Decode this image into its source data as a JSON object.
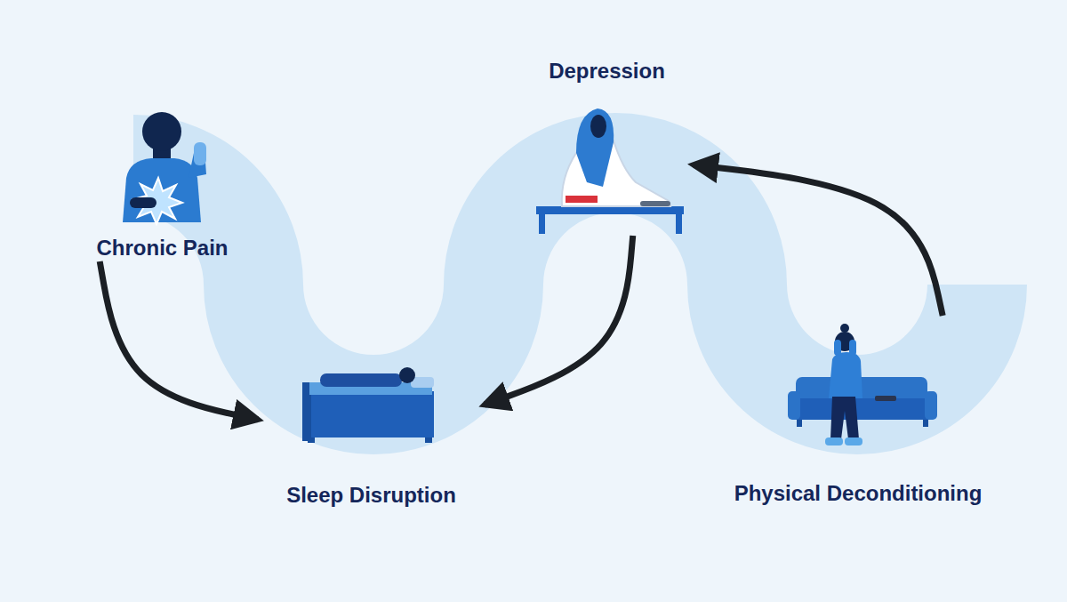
{
  "diagram": {
    "nodes": [
      {
        "text": [
          "Chronic Pain"
        ]
      },
      {
        "text": [
          "Sleep Disruption"
        ]
      },
      {
        "text": [
          "Depression"
        ]
      },
      {
        "text": [
          "Physical Deconditioning"
        ]
      }
    ],
    "edges": [
      {
        "from": 0,
        "to": 1,
        "arrow": "to"
      },
      {
        "from": 2,
        "to": 1,
        "arrow": "to"
      },
      {
        "from": 3,
        "to": 2,
        "arrow": "to"
      }
    ]
  }
}
